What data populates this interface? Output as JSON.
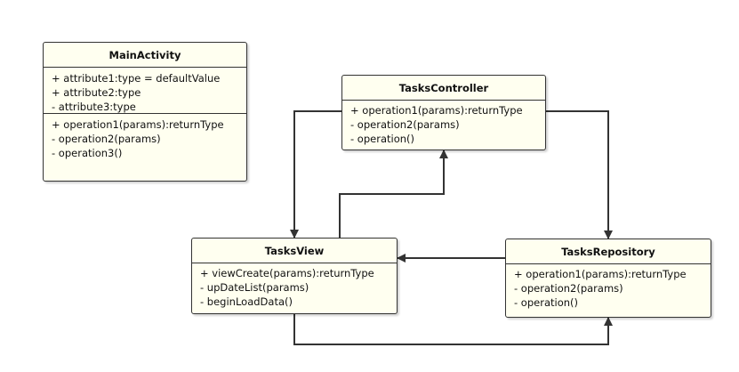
{
  "classes": {
    "main_activity": {
      "name": "MainActivity",
      "attributes": [
        "+ attribute1:type = defaultValue",
        "+ attribute2:type",
        "- attribute3:type"
      ],
      "operations": [
        "+ operation1(params):returnType",
        "- operation2(params)",
        "- operation3()"
      ]
    },
    "tasks_controller": {
      "name": "TasksController",
      "operations": [
        "+ operation1(params):returnType",
        "- operation2(params)",
        "- operation()"
      ]
    },
    "tasks_view": {
      "name": "TasksView",
      "operations": [
        "+ viewCreate(params):returnType",
        "- upDateList(params)",
        "- beginLoadData()"
      ]
    },
    "tasks_repository": {
      "name": "TasksRepository",
      "operations": [
        "+ operation1(params):returnType",
        "- operation2(params)",
        "- operation()"
      ]
    }
  },
  "connections": [
    {
      "from": "TasksController",
      "to": "TasksView"
    },
    {
      "from": "TasksView",
      "to": "TasksController"
    },
    {
      "from": "TasksController",
      "to": "TasksRepository"
    },
    {
      "from": "TasksRepository",
      "to": "TasksView"
    },
    {
      "from": "TasksView",
      "to": "TasksRepository"
    }
  ],
  "colors": {
    "box_fill": "#fffff0",
    "box_border": "#333333",
    "connector": "#333333",
    "text": "#111111",
    "background": "#ffffff"
  }
}
